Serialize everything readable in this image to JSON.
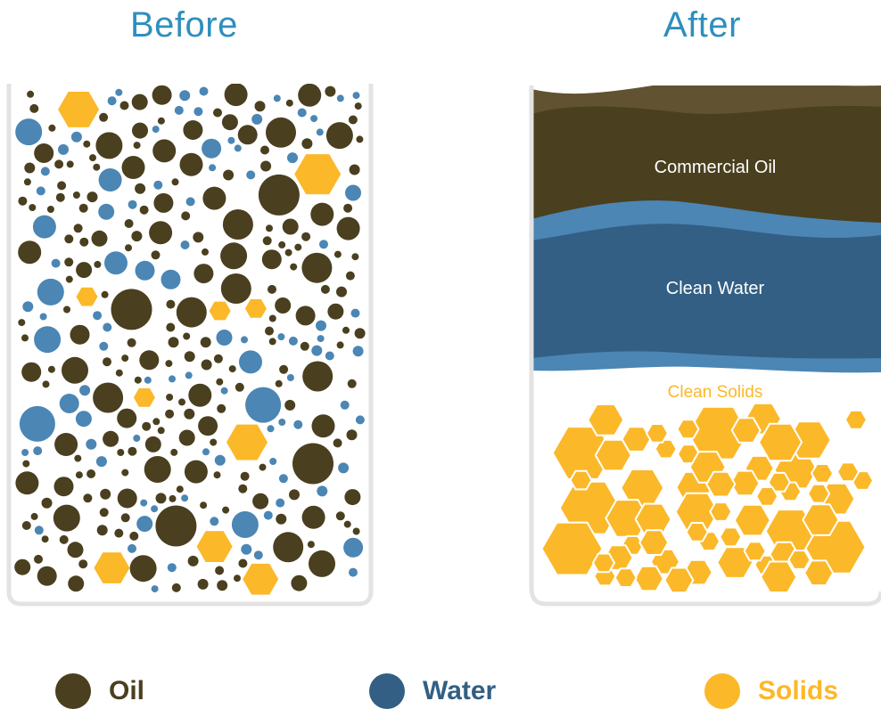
{
  "titles": {
    "before": "Before",
    "after": "After"
  },
  "after_layers": {
    "oil": "Commercial Oil",
    "water": "Clean Water",
    "solids": "Clean Solids"
  },
  "legend": [
    {
      "label": "Oil",
      "color": "#4a3f1f"
    },
    {
      "label": "Water",
      "color": "#325f83"
    },
    {
      "label": "Solids",
      "color": "#fbb829"
    }
  ],
  "colors": {
    "oil": "#4a3f1f",
    "oil_light": "#615231",
    "water_dark": "#325f83",
    "water_light": "#4b86b4",
    "solids": "#fbb829",
    "container_border": "#e3e3e3",
    "title": "#2e8fbd"
  }
}
